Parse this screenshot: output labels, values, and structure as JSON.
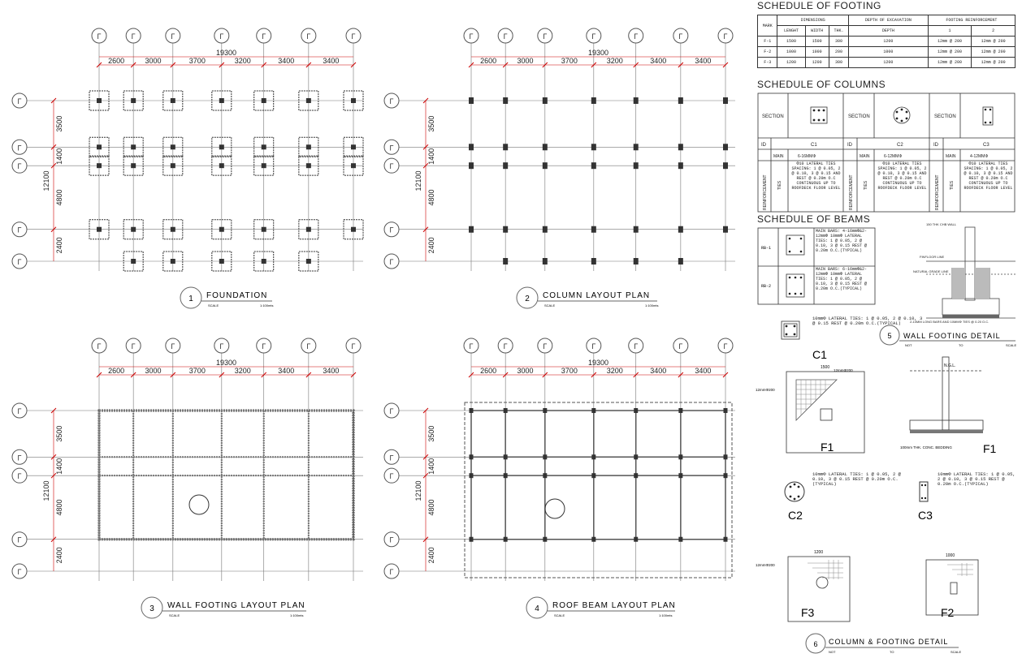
{
  "grid": {
    "total_width": "19300",
    "x_dims": [
      "2600",
      "3000",
      "3700",
      "3200",
      "3400",
      "3400"
    ],
    "total_height": "12100",
    "y_dims": [
      "3500",
      "1400",
      "4800",
      "2400"
    ],
    "axis_symbol": "Γ"
  },
  "plans": [
    {
      "number": "1",
      "title": "FOUNDATION",
      "scale_label": "SCALE",
      "scale_value": "1:100mts"
    },
    {
      "number": "2",
      "title": "COLUMN LAYOUT PLAN",
      "scale_label": "SCALE",
      "scale_value": "1:100mts"
    },
    {
      "number": "3",
      "title": "WALL FOOTING LAYOUT PLAN",
      "scale_label": "SCALE",
      "scale_value": "1:100mts"
    },
    {
      "number": "4",
      "title": "ROOF BEAM LAYOUT PLAN",
      "scale_label": "SCALE",
      "scale_value": "1:100mts"
    }
  ],
  "footing_schedule": {
    "title": "SCHEDULE OF FOOTING",
    "headers": [
      "MARK",
      "DIMENSIONS",
      "DEPTH OF EXCAVATION",
      "FOOTING REINFORCEMENT"
    ],
    "subheaders": [
      "LENGHT",
      "WIDTH",
      "THK.",
      "DEPTH",
      "1",
      "2"
    ],
    "rows": [
      [
        "F-1",
        "1500",
        "1500",
        "300",
        "1200",
        "12mm @ 200",
        "12mm @ 200"
      ],
      [
        "F-2",
        "1000",
        "1000",
        "200",
        "1000",
        "12mm @ 200",
        "12mm @ 200"
      ],
      [
        "F-3",
        "1200",
        "1200",
        "300",
        "1200",
        "12mm @ 200",
        "12mm @ 200"
      ]
    ]
  },
  "column_schedule": {
    "title": "SCHEDULE OF COLUMNS",
    "section_label": "SECTION",
    "id_label": "ID",
    "main_label": "MAIN",
    "ties_label": "TIES",
    "reinf_label": "REINFORCEMENT",
    "columns": [
      {
        "id": "C1",
        "main": "6-16MMΦ",
        "ties": "Φ10 LATERAL TIES SPACING: 1 @ 0.05, 2 @ 0.10, 3 @ 0.15 AND REST @ 0.20m O.C",
        "note": "CONTINUOUS UP TO ROOFDECK FLOOR LEVEL"
      },
      {
        "id": "C2",
        "main": "6-12MMΦ",
        "ties": "Φ10 LATERAL TIES SPACING: 1 @ 0.05, 2 @ 0.10, 3 @ 0.15 AND REST @ 0.20m O.C",
        "note": "CONTINUOUS UP TO ROOFDECK FLOOR LEVEL"
      },
      {
        "id": "C3",
        "main": "4-12MMΦ",
        "ties": "Φ10 LATERAL TIES SPACING: 1 @ 0.05, 2 @ 0.10, 3 @ 0.15 AND REST @ 0.20m O.C",
        "note": "CONTINUOUS UP TO ROOFDECK FLOOR LEVEL"
      }
    ]
  },
  "beam_schedule": {
    "title": "SCHEDULE OF BEAMS",
    "beams": [
      {
        "id": "RB-1",
        "text": "MAIN BARS: 4-16mmΦ&2-12mmΦ 10mmΦ LATERAL TIES: 1 @ 0.05, 2 @ 0.10, 3 @ 0.15 REST @ 0.20m O.C.(TYPICAL)"
      },
      {
        "id": "RB-2",
        "text": "MAIN BARS: 6-16mmΦ&2-12mmΦ 10mmΦ LATERAL TIES: 1 @ 0.05, 2 @ 0.10, 3 @ 0.15 REST @ 0.20m O.C.(TYPICAL)"
      }
    ]
  },
  "details": {
    "wall_footing": {
      "number": "5",
      "title": "WALL FOOTING DETAIL",
      "scale_label": "NOT",
      "scale_to": "TO",
      "scale_end": "SCALE"
    },
    "column_footing": {
      "number": "6",
      "title": "COLUMN & FOOTING DETAIL",
      "scale_label": "NOT",
      "scale_to": "TO",
      "scale_end": "SCALE"
    },
    "c1_note": "10mmΦ LATERAL TIES: 1 @ 0.05, 2 @ 0.10, 3 @ 0.15 REST @ 0.20m O.C.(TYPICAL)",
    "c2_note": "10mmΦ LATERAL TIES: 1 @ 0.05, 2 @ 0.10, 3 @ 0.15 REST @ 0.20m O.C.(TYPICAL)",
    "c3_note": "10mmΦ LATERAL TIES: 1 @ 0.05, 2 @ 0.10, 3 @ 0.15 REST @ 0.20m O.C.(TYPICAL)",
    "labels": {
      "c1": "C1",
      "c2": "C2",
      "c3": "C3",
      "f1": "F1",
      "f2": "F2",
      "f3": "F3"
    },
    "f1_dim": "1500",
    "f3_dim": "1200",
    "f2_dim": "1000",
    "rebar_note": "12mmΦ200",
    "ngl": "N.G.L.",
    "bedding": "100mm THK. CONC. BEDDING",
    "wall_notes": [
      "150 THK CHB WALL",
      "FINFLOOR LINE",
      "NATURAL GRADE LINE",
      "2-10MM LONG BARS AND 10MMΦ TIES @ 0.20 O.C."
    ]
  }
}
